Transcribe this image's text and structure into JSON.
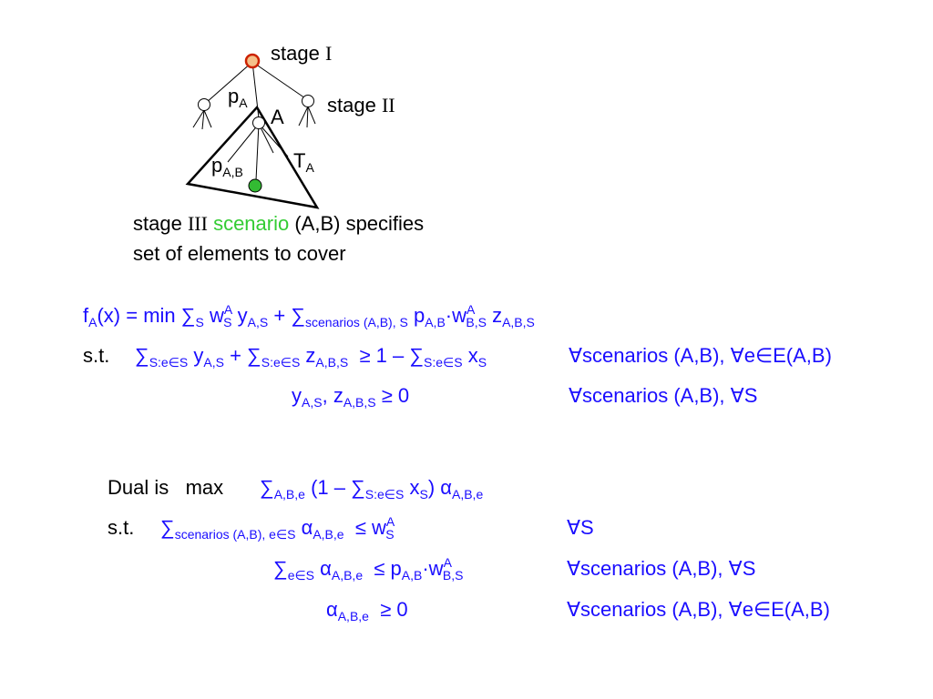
{
  "diagram": {
    "stage1": {
      "word": "stage",
      "numeral": "I"
    },
    "stage2": {
      "word": "stage",
      "numeral": "II"
    },
    "label_pA": {
      "base": "p",
      "sub": "A"
    },
    "label_A": "A",
    "label_pAB": {
      "base": "p",
      "sub": "A,B"
    },
    "label_TA": {
      "base": "T",
      "sub": "A"
    },
    "stage3": {
      "word": "stage",
      "numeral": "III",
      "scenario": "scenario",
      "rest": "(A,B) specifies",
      "line2": "set of elements to cover"
    },
    "colors": {
      "root_fill": "#f5c08a",
      "root_stroke": "#cc2200",
      "leaf_fill": "#33bb33"
    }
  },
  "primal": {
    "objective": {
      "f": "f",
      "f_sub": "A",
      "x": "(x) = min",
      "sum1": "∑",
      "sum1_sub": "S",
      "w": "w",
      "w_sup": "A",
      "w_sub": "S",
      "y": "y",
      "y_sub": "A,S",
      "plus": "+",
      "sum2": "∑",
      "sum2_sub": "scenarios (A,B), S",
      "p": "p",
      "p_sub": "A,B",
      "dot": "·w",
      "w2_sup": "A",
      "w2_sub": "B,S",
      "z": "z",
      "z_sub": "A,B,S"
    },
    "st": "s.t.",
    "c1": {
      "sum1": "∑",
      "sum1_sub": "S:e∈S",
      "y": "y",
      "y_sub": "A,S",
      "plus": "+",
      "sum2": "∑",
      "sum2_sub": "S:e∈S",
      "z": "z",
      "z_sub": "A,B,S",
      "rel": "≥ 1 –",
      "sum3": "∑",
      "sum3_sub": "S:e∈S",
      "x": "x",
      "x_sub": "S",
      "forall": "∀scenarios (A,B), ∀e∈E(A,B)"
    },
    "c2": {
      "y": "y",
      "y_sub": "A,S",
      "comma": ",",
      "z": "z",
      "z_sub": "A,B,S",
      "rel": "≥ 0",
      "forall": "∀scenarios (A,B), ∀S"
    }
  },
  "dual": {
    "lead": "Dual is",
    "max": "max",
    "objective": {
      "sum": "∑",
      "sum_sub": "A,B,e",
      "open": "(1 –",
      "sum2": "∑",
      "sum2_sub": "S:e∈S",
      "x": "x",
      "x_sub": "S",
      "close": ")",
      "alpha": "α",
      "alpha_sub": "A,B,e"
    },
    "st": "s.t.",
    "c1": {
      "sum": "∑",
      "sum_sub": "scenarios (A,B), e∈S",
      "alpha": "α",
      "alpha_sub": "A,B,e",
      "rel": "≤ w",
      "w_sup": "A",
      "w_sub": "S",
      "forall": "∀S"
    },
    "c2": {
      "sum": "∑",
      "sum_sub": "e∈S",
      "alpha": "α",
      "alpha_sub": "A,B,e",
      "rel": "≤ p",
      "p_sub": "A,B",
      "dot": "·w",
      "w_sup": "A",
      "w_sub": "B,S",
      "forall": "∀scenarios (A,B), ∀S"
    },
    "c3": {
      "alpha": "α",
      "alpha_sub": "A,B,e",
      "rel": "≥ 0",
      "forall": "∀scenarios (A,B), ∀e∈E(A,B)"
    }
  }
}
